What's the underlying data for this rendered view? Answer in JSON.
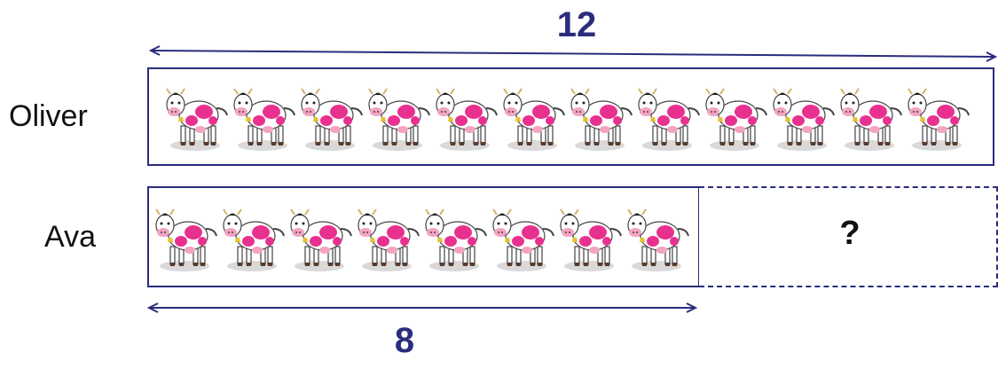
{
  "total_label": "12",
  "part_label": "8",
  "unknown_label": "?",
  "rows": [
    {
      "name": "Oliver",
      "count": 12
    },
    {
      "name": "Ava",
      "count": 8
    }
  ],
  "colors": {
    "line": "#2a2d7c",
    "cow_spot": "#e8318f",
    "cow_body": "#ffffff",
    "cow_udder": "#f4a3c3"
  },
  "icon": "cow-icon"
}
